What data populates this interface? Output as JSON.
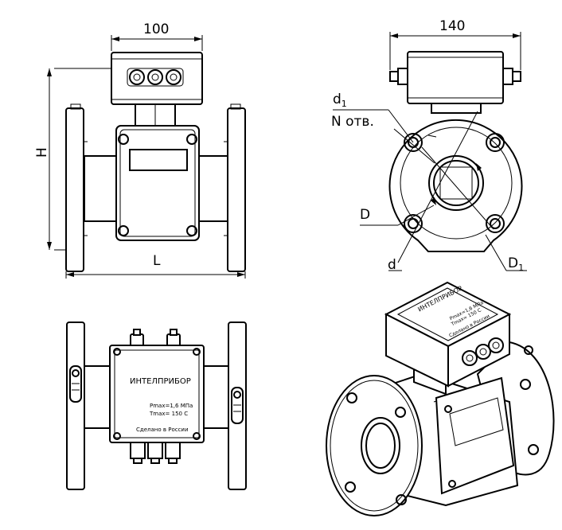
{
  "dimensions": {
    "width_100": "100",
    "width_140": "140",
    "height": "H",
    "length": "L",
    "hole_diameter": "d",
    "hole_diameter_sub": "1",
    "hole_count": "N отв.",
    "flange_diameter": "D",
    "bolt_circle": "D",
    "bolt_circle_sub": "1",
    "bore_diameter": "d"
  },
  "nameplate": {
    "brand": "ИНТЕЛПРИБОР",
    "pmax": "Pmax=1,6 МПа",
    "tmax": "Tmax= 150 С",
    "origin": "Сделано в России"
  },
  "colors": {
    "line": "#000000",
    "background": "#ffffff"
  }
}
